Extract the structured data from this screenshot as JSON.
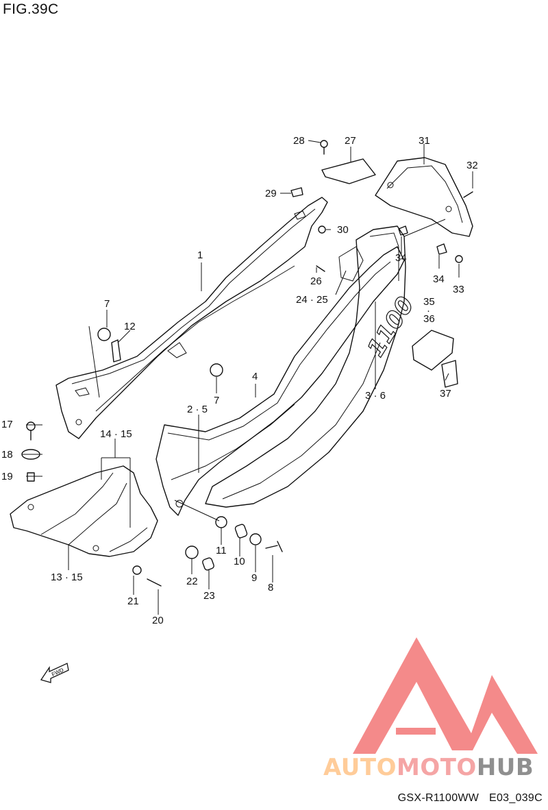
{
  "figure": {
    "title": "FIG.39C",
    "model": "GSX-R1100WW",
    "code": "E03_039C",
    "fwd_label": "FWD"
  },
  "watermark": {
    "part1": "AUTO",
    "part2": "MOTO",
    "part3": "HUB",
    "colors": {
      "auto": "#ffcc99",
      "moto": "#f5a5a5",
      "hub": "#8f8f8f",
      "logo": "#f26b6b"
    }
  },
  "callouts": {
    "c1": "1",
    "c2_5": "2 · 5",
    "c3_6": "3 · 6",
    "c4": "4",
    "c7a": "7",
    "c7b": "7",
    "c8": "8",
    "c9": "9",
    "c10": "10",
    "c11": "11",
    "c12": "12",
    "c13_15": "13 · 15",
    "c14_15": "14 · 15",
    "c17": "17",
    "c18": "18",
    "c19": "19",
    "c20": "20",
    "c21": "21",
    "c22": "22",
    "c23": "23",
    "c24_25": "24 · 25",
    "c26": "26",
    "c27": "27",
    "c28": "28",
    "c29": "29",
    "c30": "30",
    "c31": "31",
    "c32": "32",
    "c33": "33",
    "c34a": "34",
    "c34b": "34",
    "c35": "35",
    "c35_dot": "·",
    "c36": "36",
    "c37": "37",
    "logo_text": "1100"
  }
}
